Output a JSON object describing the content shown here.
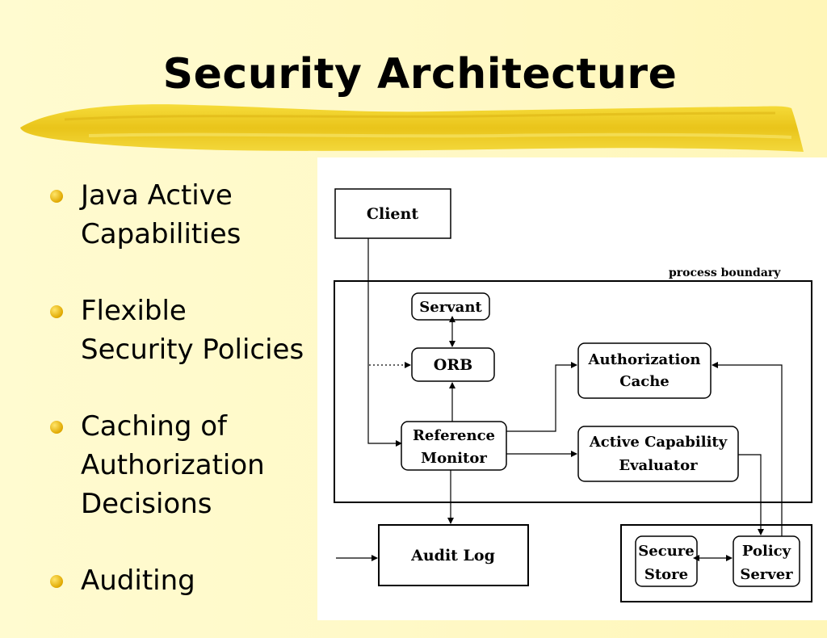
{
  "title": "Security Architecture",
  "bullets": [
    {
      "text": "Java Active\nCapabilities"
    },
    {
      "text": "Flexible\nSecurity Policies"
    },
    {
      "text": "Caching of\nAuthorization\nDecisions"
    },
    {
      "text": "Auditing"
    }
  ],
  "diagram": {
    "process_boundary_label": "process boundary",
    "nodes": {
      "client": "Client",
      "servant": "Servant",
      "orb": "ORB",
      "reference_monitor": [
        "Reference",
        "Monitor"
      ],
      "authorization_cache": [
        "Authorization",
        "Cache"
      ],
      "ac_evaluator": [
        "Active Capability",
        "Evaluator"
      ],
      "audit_log": "Audit Log",
      "secure_store": [
        "Secure",
        "Store"
      ],
      "policy_server": [
        "Policy",
        "Server"
      ]
    }
  },
  "colors": {
    "background": "#fff9c8",
    "brush_stroke": "#f0d020",
    "bullet": "#e8b400",
    "diagram_panel": "#ffffff"
  }
}
